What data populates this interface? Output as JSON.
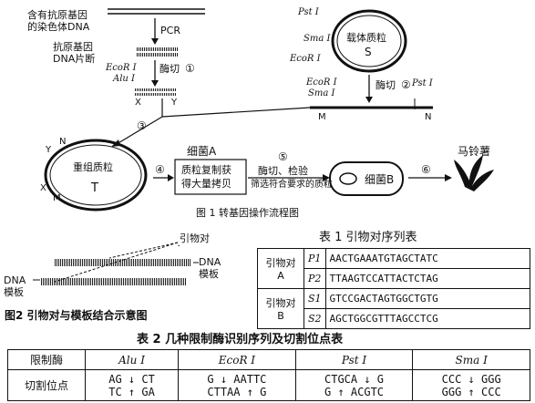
{
  "fig1": {
    "chrom_label_1": "含有抗原基因",
    "chrom_label_2": "的染色体DNA",
    "pcr": "PCR",
    "frag_label_1": "抗原基因",
    "frag_label_2": "DNA片断",
    "ecori": "EcoR Ⅰ",
    "alui": "Alu Ⅰ",
    "cut1": "酶切",
    "step1": "①",
    "x": "X",
    "y": "Y",
    "psti": "Pst Ⅰ",
    "smai": "Sma Ⅰ",
    "ecori2": "EcoR Ⅰ",
    "vector_1": "载体质粒",
    "vector_s": "S",
    "ecori3": "EcoR Ⅰ",
    "smai2": "Sma Ⅰ",
    "cut2": "酶切",
    "step2": "②",
    "psti2": "Pst Ⅰ",
    "m": "M",
    "n": "N",
    "step3": "③",
    "recomb": "重组质粒",
    "t": "T",
    "ring_y": "Y",
    "ring_n": "N",
    "ring_x": "X",
    "ring_m": "M",
    "step4": "④",
    "bacA": "细菌A",
    "copy_1": "质粒复制获",
    "copy_2": "得大量拷贝",
    "step5": "⑤",
    "cut_check": "酶切、检验",
    "select": "筛选符合要求的质粒",
    "bacB": "细菌B",
    "step6": "⑥",
    "potato": "马铃薯",
    "caption": "图 1   转基因操作流程图"
  },
  "fig2": {
    "primer": "引物对",
    "dna1": "DNA",
    "tmpl1": "模板",
    "dna2": "DNA",
    "tmpl2": "模板",
    "caption": "图2  引物对与模板结合示意图"
  },
  "table1": {
    "title": "表 1    引物对序列表",
    "rows": [
      {
        "pair_1": "引物对",
        "pair_2": "A",
        "p1": "P1",
        "s1": "AACTGAAATGTAGCTATC",
        "p2": "P2",
        "s2": "TTAAGTCCATTACTCTAG"
      },
      {
        "pair_1": "引物对",
        "pair_2": "B",
        "p1": "S1",
        "s1": "GTCCGACTAGTGGCTGTG",
        "p2": "S2",
        "s2": "AGCTGGCGTTTAGCCTCG"
      }
    ]
  },
  "table2": {
    "title": "表 2    几种限制酶识别序列及切割位点表",
    "h0": "限制酶",
    "h1": "Alu Ⅰ",
    "h2": "EcoR Ⅰ",
    "h3": "Pst Ⅰ",
    "h4": "Sma Ⅰ",
    "r0": "切割位点",
    "c1a": "AG ↓ CT",
    "c1b": "TC ↑ GA",
    "c2a": "G ↓ AATTC",
    "c2b": "CTTAA ↑ G",
    "c3a": "CTGCA ↓ G",
    "c3b": "G ↑ ACGTC",
    "c4a": "CCC ↓ GGG",
    "c4b": "GGG ↑ CCC"
  }
}
